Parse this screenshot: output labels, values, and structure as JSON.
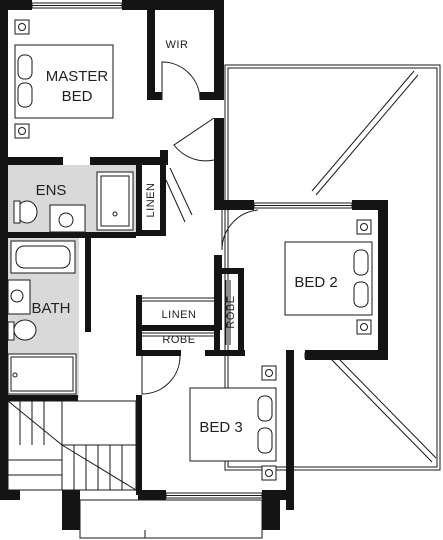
{
  "rooms": {
    "master_bed": {
      "line1": "MASTER",
      "line2": "BED"
    },
    "wir": "WIR",
    "ens": "ENS",
    "linen_vertical": "LINEN",
    "bed2": "BED 2",
    "bath": "BATH",
    "linen": "LINEN",
    "robe_vertical": "ROBE",
    "robe": "ROBE",
    "bed3": "BED 3"
  },
  "colors": {
    "wall": "#141414",
    "wet_area": "#d9d9d9",
    "background": "#ffffff"
  }
}
